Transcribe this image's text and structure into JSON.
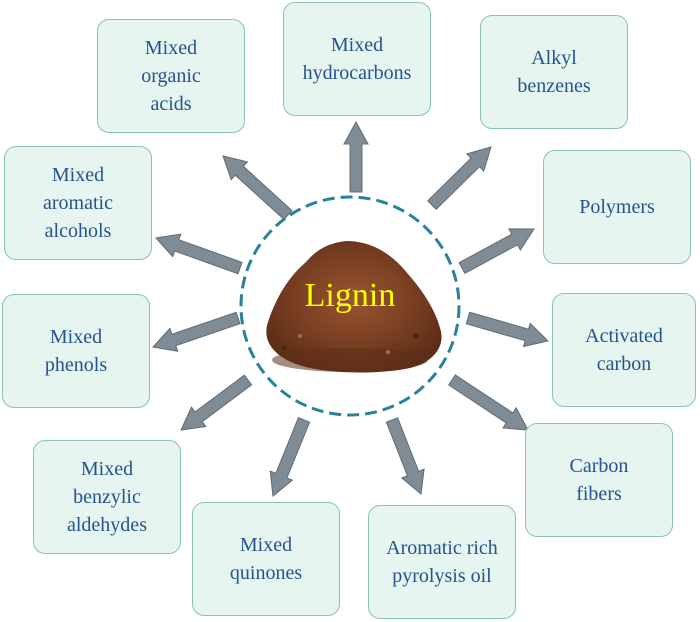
{
  "center": {
    "label": "Lignin"
  },
  "products": [
    {
      "id": "organic-acids",
      "label": "Mixed\norganic\nacids"
    },
    {
      "id": "hydrocarbons",
      "label": "Mixed\nhydrocarbons"
    },
    {
      "id": "alkyl-benzenes",
      "label": "Alkyl\nbenzenes"
    },
    {
      "id": "aromatic-alcohols",
      "label": "Mixed\naromatic\nalcohols"
    },
    {
      "id": "polymers",
      "label": "Polymers"
    },
    {
      "id": "phenols",
      "label": "Mixed\nphenols"
    },
    {
      "id": "activated-carbon",
      "label": "Activated\ncarbon"
    },
    {
      "id": "carbon-fibers",
      "label": "Carbon\nfibers"
    },
    {
      "id": "benzylic-aldehydes",
      "label": "Mixed\nbenzylic\naldehydes"
    },
    {
      "id": "quinones",
      "label": "Mixed\nquinones"
    },
    {
      "id": "pyrolysis-oil",
      "label": "Aromatic rich\npyrolysis oil"
    }
  ],
  "colors": {
    "box_fill": "#e6f5ef",
    "box_border": "#8ac4b0",
    "box_text": "#24548f",
    "arrow": "#7f8c96",
    "circle_dash": "#27829a",
    "center_text": "#ffff00",
    "powder": "#7a3f22"
  }
}
